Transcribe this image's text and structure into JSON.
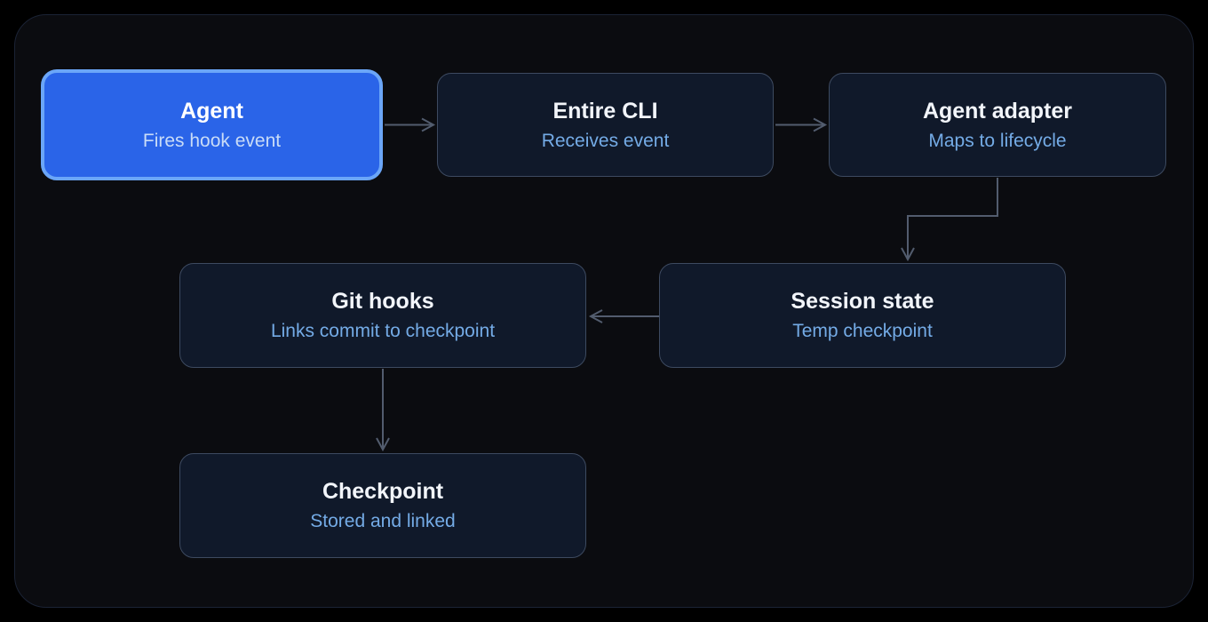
{
  "diagram": {
    "nodes": [
      {
        "id": "agent",
        "title": "Agent",
        "subtitle": "Fires hook event",
        "highlighted": true
      },
      {
        "id": "entire-cli",
        "title": "Entire CLI",
        "subtitle": "Receives event",
        "highlighted": false
      },
      {
        "id": "agent-adapter",
        "title": "Agent adapter",
        "subtitle": "Maps to lifecycle",
        "highlighted": false
      },
      {
        "id": "session-state",
        "title": "Session state",
        "subtitle": "Temp checkpoint",
        "highlighted": false
      },
      {
        "id": "git-hooks",
        "title": "Git hooks",
        "subtitle": "Links commit to checkpoint",
        "highlighted": false
      },
      {
        "id": "checkpoint",
        "title": "Checkpoint",
        "subtitle": "Stored and linked",
        "highlighted": false
      }
    ],
    "edges": [
      {
        "from": "agent",
        "to": "entire-cli"
      },
      {
        "from": "entire-cli",
        "to": "agent-adapter"
      },
      {
        "from": "agent-adapter",
        "to": "session-state"
      },
      {
        "from": "session-state",
        "to": "git-hooks"
      },
      {
        "from": "git-hooks",
        "to": "checkpoint"
      }
    ],
    "colors": {
      "background": "#000000",
      "frame_fill": "#0b0c10",
      "frame_border": "#1b2335",
      "node_fill": "#10192a",
      "node_border": "#3d4a60",
      "highlight_fill": "#2a64e8",
      "highlight_border": "#6ba6f8",
      "title_text": "#f2f5fa",
      "subtitle_text": "#74abe6",
      "highlight_subtitle_text": "#c9dcf7",
      "edge_line": "#525c6e"
    }
  }
}
